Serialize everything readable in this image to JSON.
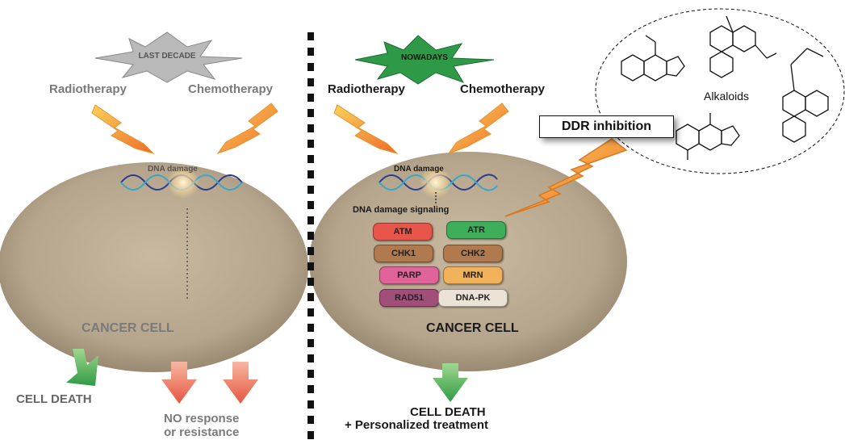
{
  "left_panel": {
    "badge": "LAST DECADE",
    "radiotherapy": "Radiotherapy",
    "chemotherapy": "Chemotherapy",
    "dna_damage": "DNA damage",
    "cell_label": "CANCER CELL",
    "outcome_death": "CELL DEATH",
    "outcome_no_response_line1": "NO response",
    "outcome_no_response_line2": "or resistance"
  },
  "right_panel": {
    "badge": "NOWADAYS",
    "radiotherapy": "Radiotherapy",
    "chemotherapy": "Chemotherapy",
    "dna_damage": "DNA damage",
    "signaling": "DNA damage signaling",
    "cell_label": "CANCER CELL",
    "outcome_line1": "CELL DEATH",
    "outcome_line2": "+ Personalized treatment"
  },
  "proteins": [
    {
      "name": "ATM",
      "color": "#e8554b"
    },
    {
      "name": "ATR",
      "color": "#3fae5a"
    },
    {
      "name": "CHK1",
      "color": "#b07a4e"
    },
    {
      "name": "CHK2",
      "color": "#b07a4e"
    },
    {
      "name": "PARP",
      "color": "#e0649a"
    },
    {
      "name": "MRN",
      "color": "#f2b25c"
    },
    {
      "name": "RAD51",
      "color": "#a14e7a"
    },
    {
      "name": "DNA-PK",
      "color": "#ece3d7"
    }
  ],
  "ddr_label": "DDR inhibition",
  "alkaloids_label": "Alkaloids",
  "colors": {
    "cell_fill": "#b5a58c",
    "lightning": "#f39a3a",
    "arrow_green": "#4fae55",
    "arrow_red": "#ec7360",
    "badge_gray": "#b3b3b3",
    "badge_green": "#2e9a48"
  }
}
